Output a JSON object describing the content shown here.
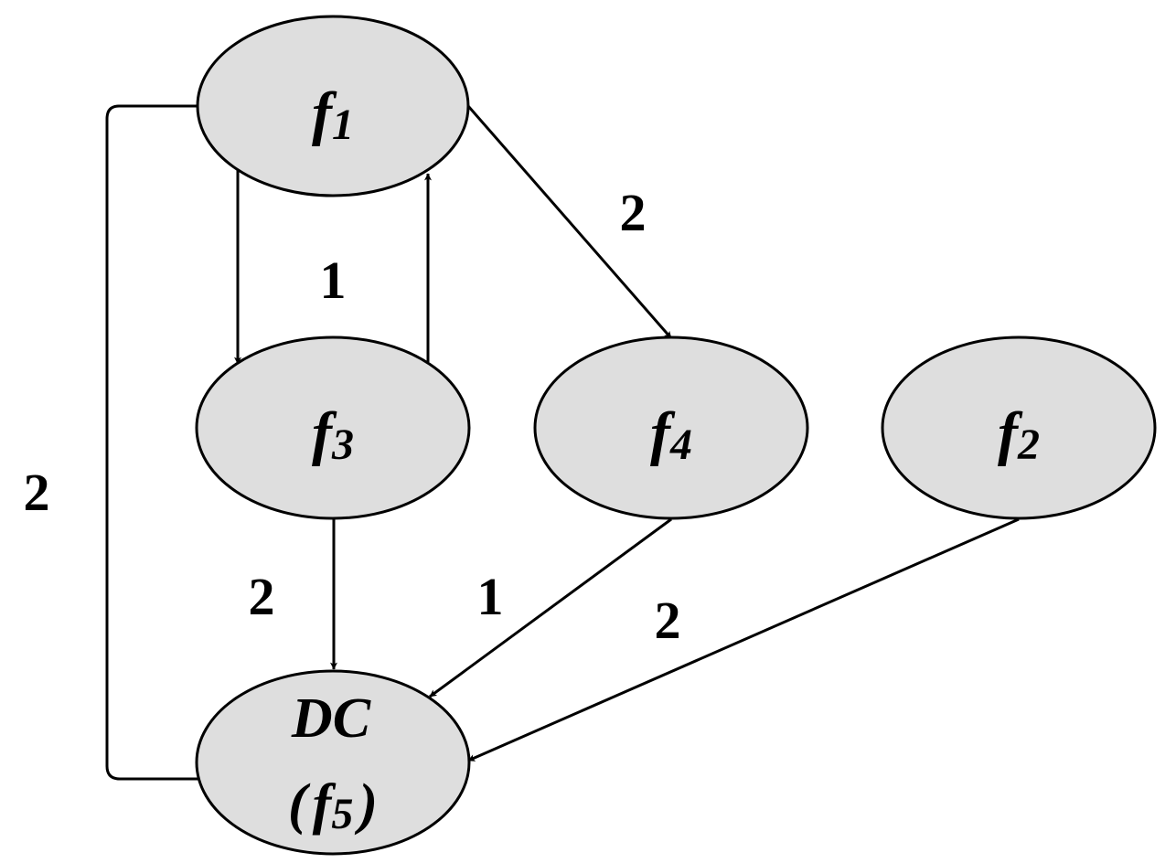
{
  "nodes": {
    "f1": {
      "base": "f",
      "sub": "1"
    },
    "f3": {
      "base": "f",
      "sub": "3"
    },
    "f4": {
      "base": "f",
      "sub": "4"
    },
    "f2": {
      "base": "f",
      "sub": "2"
    },
    "dc": {
      "line1": "DC",
      "open": "(",
      "base": "f",
      "sub": "5",
      "close": ")"
    }
  },
  "edges": {
    "f1_f3": "1",
    "f1_f4": "2",
    "f1_dc": "2",
    "f3_dc": "2",
    "f4_dc": "1",
    "f2_dc": "2"
  }
}
